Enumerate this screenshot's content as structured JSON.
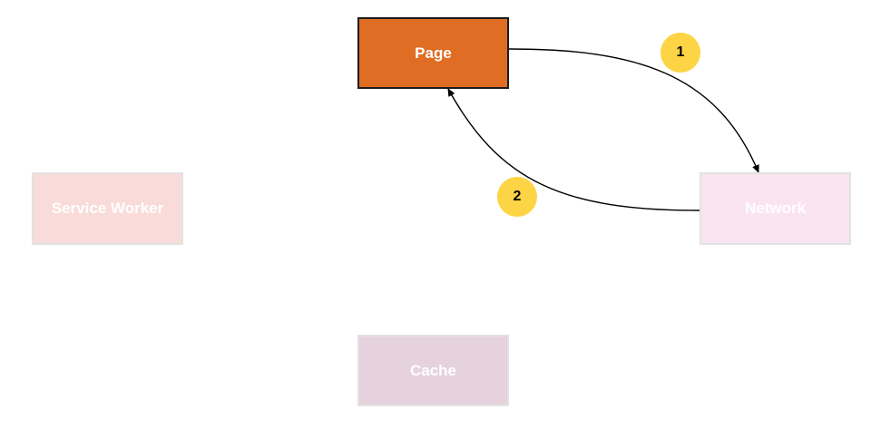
{
  "nodes": {
    "page": "Page",
    "service_worker": "Service Worker",
    "network": "Network",
    "cache": "Cache"
  },
  "steps": {
    "one": "1",
    "two": "2"
  },
  "colors": {
    "page_fill": "#e06d24",
    "service_worker_fill": "#f9dcd9",
    "network_fill": "#fbe4f1",
    "cache_fill": "#e5d2dc",
    "badge_fill": "#fdd445"
  }
}
